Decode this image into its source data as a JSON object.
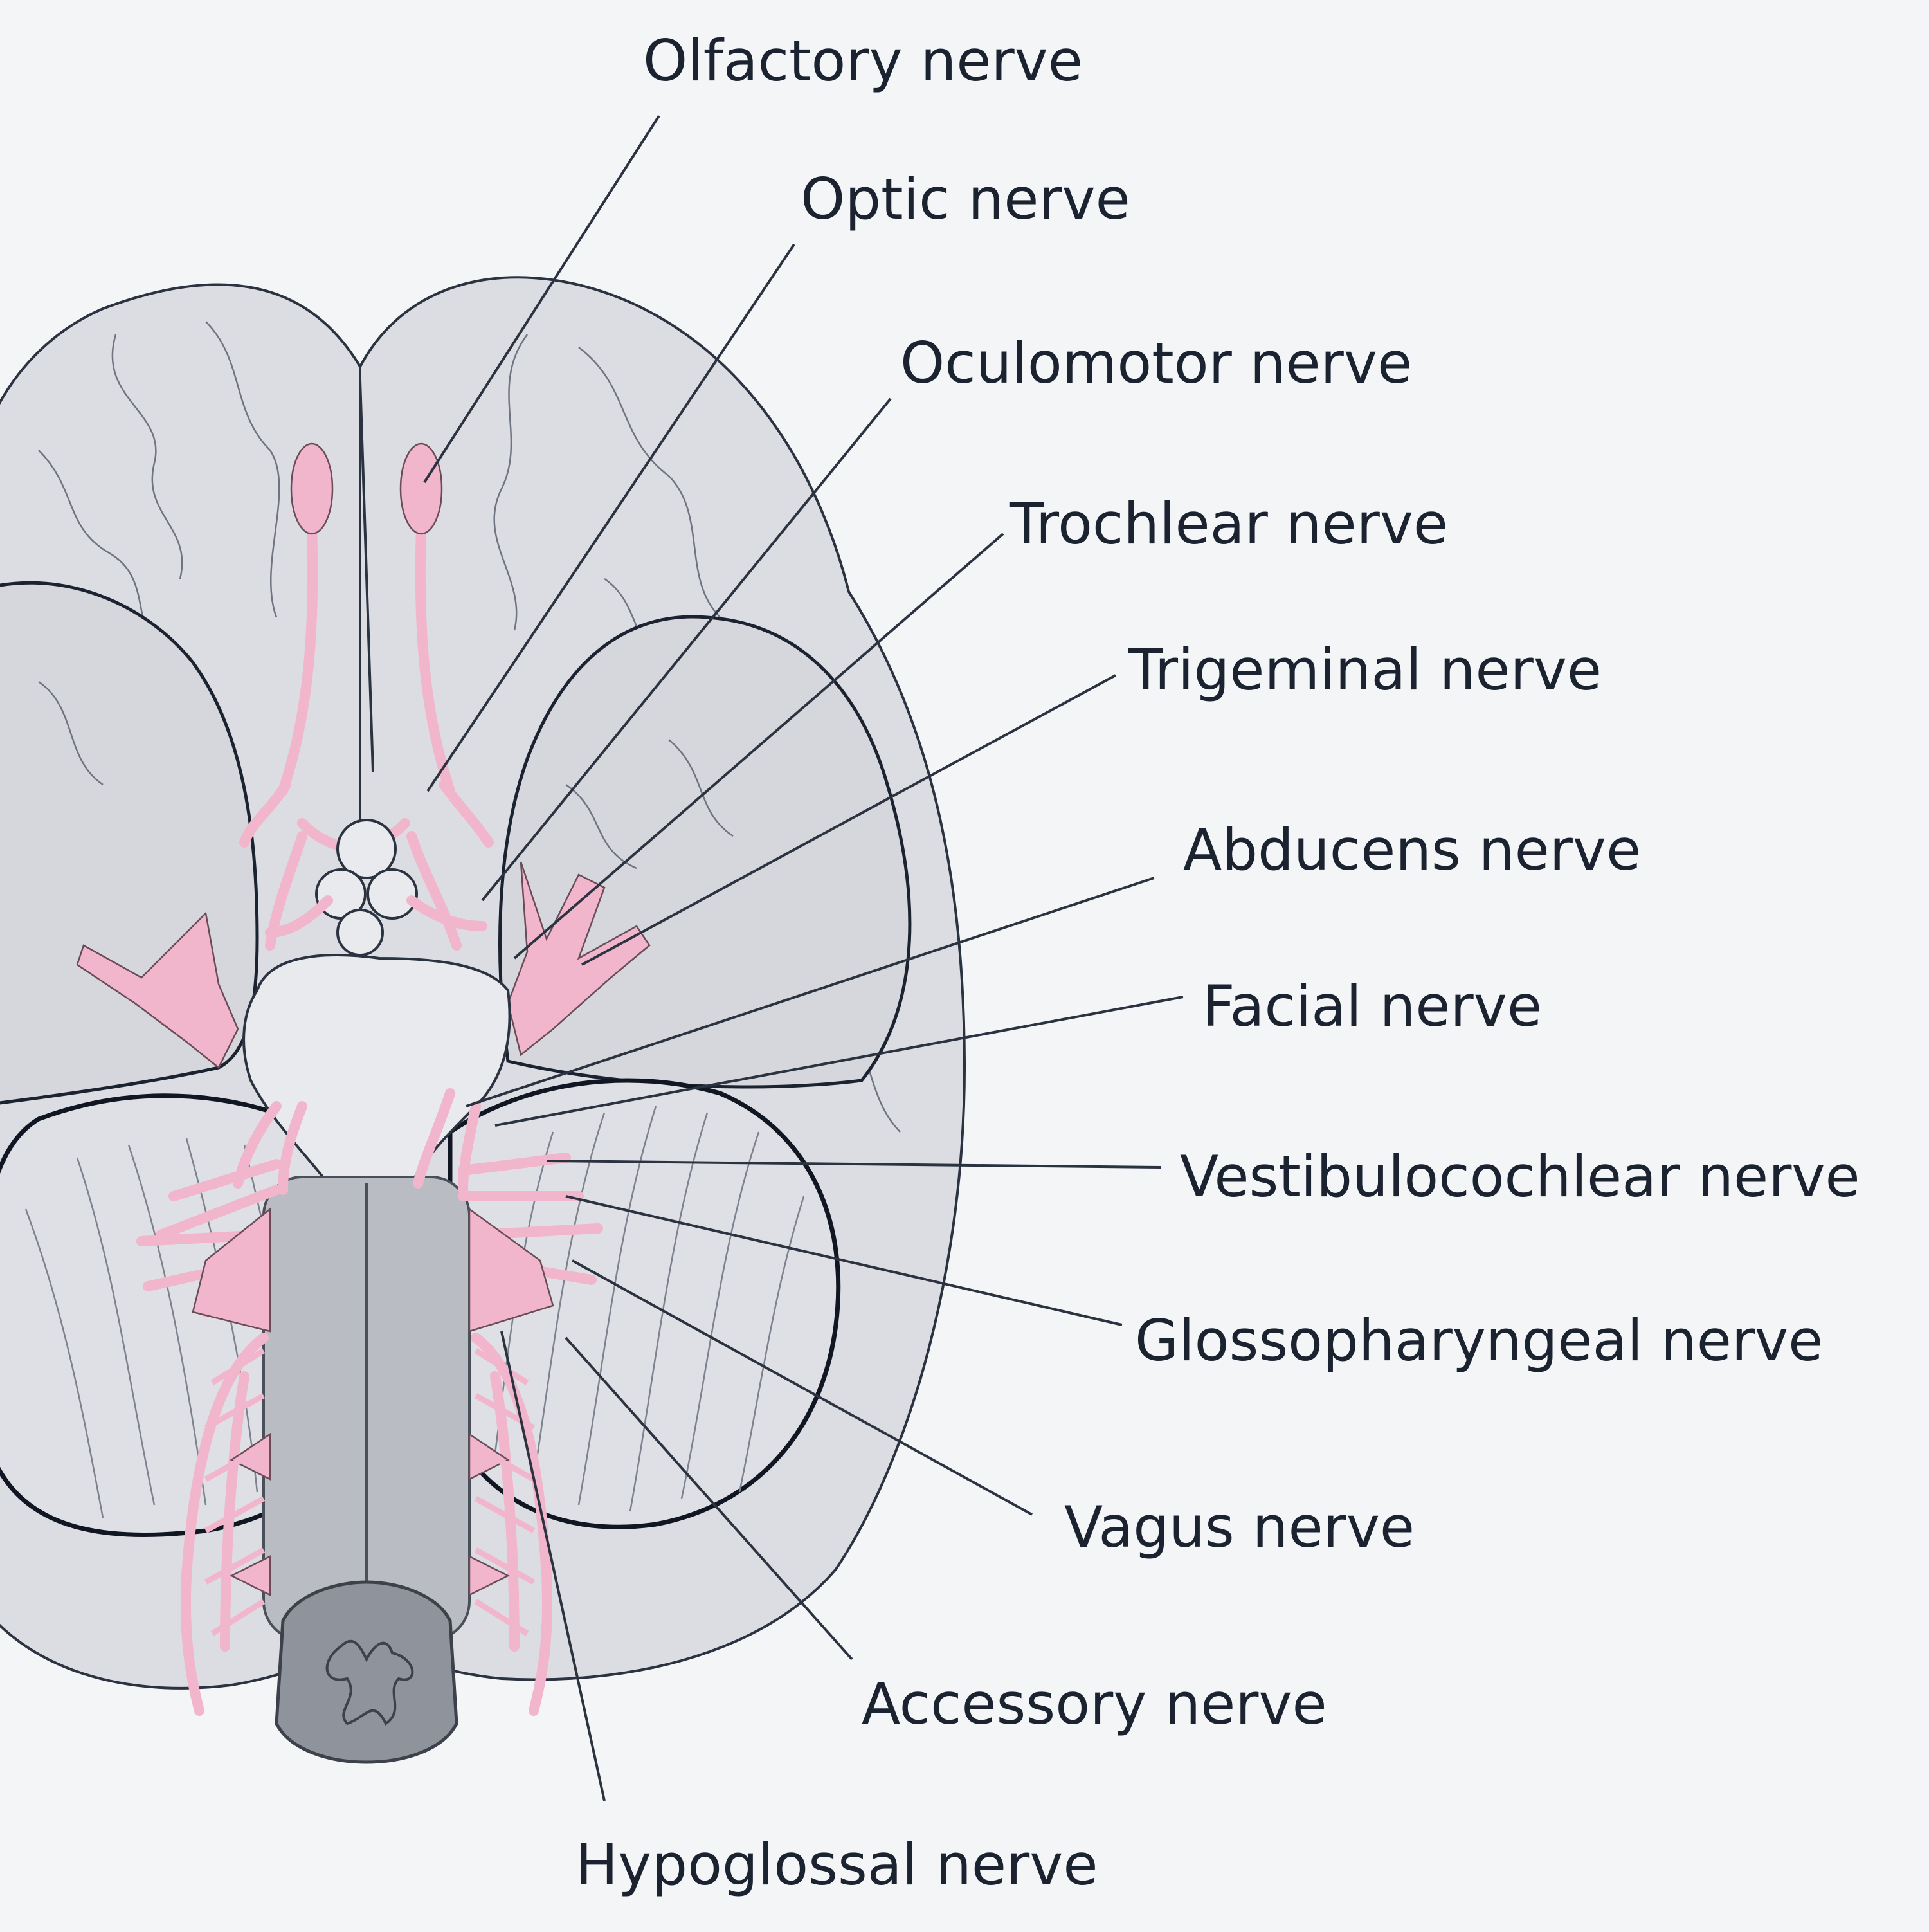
{
  "labels": {
    "olfactory": "Olfactory nerve",
    "optic": "Optic nerve",
    "oculomotor": "Oculomotor nerve",
    "trochlear": "Trochlear nerve",
    "trigeminal": "Trigeminal nerve",
    "abducens": "Abducens nerve",
    "facial": "Facial nerve",
    "vestibulocochlear": "Vestibulocochlear nerve",
    "glossopharyngeal": "Glossopharyngeal nerve",
    "vagus": "Vagus nerve",
    "accessory": "Accessory nerve",
    "hypoglossal": "Hypoglossal nerve"
  },
  "colors": {
    "background": "#f4f5f7",
    "nerve": "#f1b6cb",
    "brain": "#dcdde2",
    "outline": "#1c2330"
  }
}
